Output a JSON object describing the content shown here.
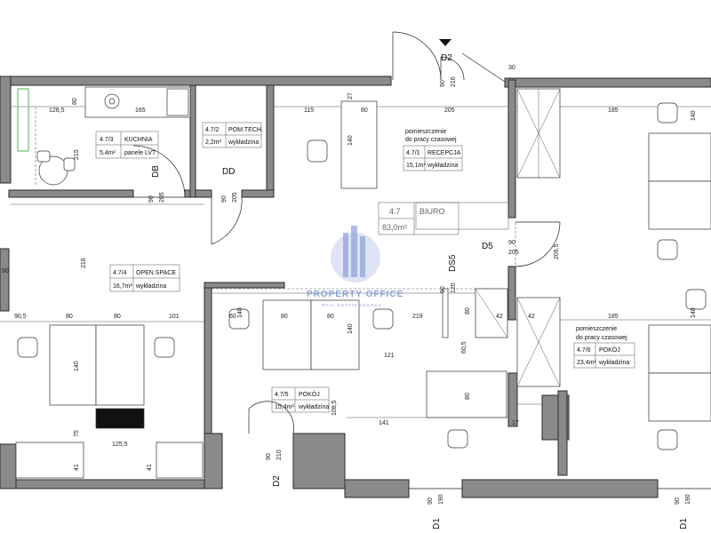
{
  "rooms": {
    "kitchen": {
      "id": "4.7/3",
      "name": "KUCHNIA",
      "area": "5,4m²",
      "floor": "panele LVT"
    },
    "tech": {
      "id": "4.7/2",
      "name": "POM.TECH.",
      "area": "2,2m²",
      "floor": "wykładzina"
    },
    "reception": {
      "note_line1": "pomieszczenie",
      "note_line2": "do pracy czasowej",
      "id": "4.7/1",
      "name": "RECEPCJA",
      "area": "15,1m²",
      "floor": "wykładzina"
    },
    "office": {
      "id": "4.7",
      "name": "BIURO",
      "area": "83,0m²"
    },
    "open_space": {
      "id": "4.7/4",
      "name": "OPEN SPACE",
      "area": "16,7m²",
      "floor": "wykładzina"
    },
    "room5": {
      "id": "4.7/5",
      "name": "POKÓJ",
      "area": "15,4m²",
      "floor": "wykładzina"
    },
    "room6": {
      "note_line1": "pomieszczenie",
      "note_line2": "do pracy czasowej",
      "id": "4.7/6",
      "name": "POKÓJ",
      "area": "23,4m²",
      "floor": "wykładzina"
    }
  },
  "door_codes": {
    "d2_top": "D2",
    "db": "DB",
    "dd": "DD",
    "d5": "D5",
    "ds5": "DS5",
    "d2_bottom": "D2",
    "d1_left": "D1",
    "d1_right": "D1"
  },
  "dimensions": {
    "d128_5": "128,5",
    "d165": "165",
    "d80_a": "80",
    "d115": "115",
    "d80_b": "80",
    "d205": "205",
    "d185_a": "185",
    "d30": "30",
    "d216_top": "216",
    "d90_top": "90",
    "d27": "27",
    "d140_a": "140",
    "d215": "215",
    "d90_db": "90",
    "d205_db": "205",
    "d90_dd": "90",
    "d205_dd": "205",
    "d90_d5": "90",
    "d205_d5": "205",
    "d209_5": "209,5",
    "d216_os": "216",
    "d90_5": "90,5",
    "d80_c": "80",
    "d80_d": "80",
    "d101": "101",
    "d80_e": "80",
    "d140_b": "140",
    "d219": "219",
    "d121": "121",
    "d60_5": "60,5",
    "d80_f": "80",
    "d120_ds5": "120",
    "d90_ds5": "90",
    "d42_a": "42",
    "d42_b": "42",
    "d185_b": "185",
    "d140_c": "140",
    "d140_d": "140",
    "d140_e": "140",
    "d140_f": "140",
    "d108_5": "108,5",
    "d141": "141",
    "d17": "17",
    "d80_g": "80",
    "d125_5": "125,5",
    "d41_a": "41",
    "d41_b": "41",
    "d75": "75",
    "d90_d2b": "90",
    "d210_d2b": "210",
    "d90_d1l": "90",
    "d190_d1l": "190",
    "d90_d1r": "90",
    "d190_d1r": "190",
    "d80_h": "80",
    "d60": "60",
    "d90_left": "90"
  },
  "watermark": {
    "title": "PROPERTY OFFICE",
    "subtitle": "REAL ESTATE AGENCY"
  },
  "colors": {
    "wall": "#8a8a8a",
    "line": "#222222",
    "watermark": "#8aa0d8",
    "accent_green": "#6fbf6f"
  }
}
